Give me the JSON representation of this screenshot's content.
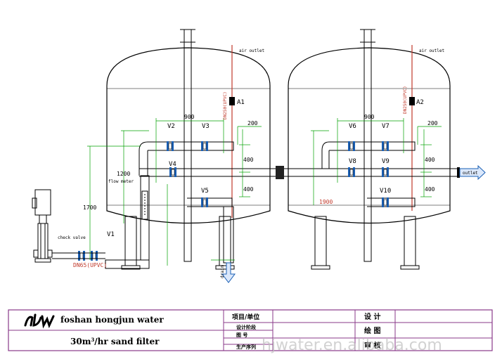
{
  "labels": {
    "air_outlet_left": "air outlet",
    "air_outlet_right": "air outlet",
    "pipe_left": "DN250(UPVC)",
    "pipe_right": "DN250(UPVC)",
    "flow_meter": "flow meter",
    "check_valve": "check valve",
    "inlet_pipe": "DN65(UPVC)",
    "outlet": "outlet",
    "drain": "drain"
  },
  "valves": {
    "a1": "A1",
    "a2": "A2",
    "v1": "V1",
    "v2": "V2",
    "v3": "V3",
    "v4": "V4",
    "v5": "V5",
    "v6": "V6",
    "v7": "V7",
    "v8": "V8",
    "v9": "V9",
    "v10": "V10"
  },
  "dimensions": {
    "d900_left": "900",
    "d900_right": "900",
    "d200_left": "200",
    "d200_right": "200",
    "d400_l1": "400",
    "d400_l2": "400",
    "d400_r1": "400",
    "d400_r2": "400",
    "d1200": "1200",
    "d1700": "1700",
    "d1900": "1900"
  },
  "title_block": {
    "company": "foshan hongjun water",
    "product_prefix": "30m",
    "product_sup": "3",
    "product_suffix": "/hr sand filter",
    "project_unit": "项目/单位",
    "design_stage": "设计阶段",
    "drawing_no": "图   号",
    "product_no": "生产序列",
    "design": "设  计",
    "drawing": "绘  图",
    "review": "审  核"
  },
  "watermark": "hjwater.en.alibaba.com",
  "colors": {
    "line": "#000000",
    "dimension": "#00a000",
    "accent": "#c0392b",
    "valve": "#1a5fb4",
    "border": "#8a3a8a"
  }
}
